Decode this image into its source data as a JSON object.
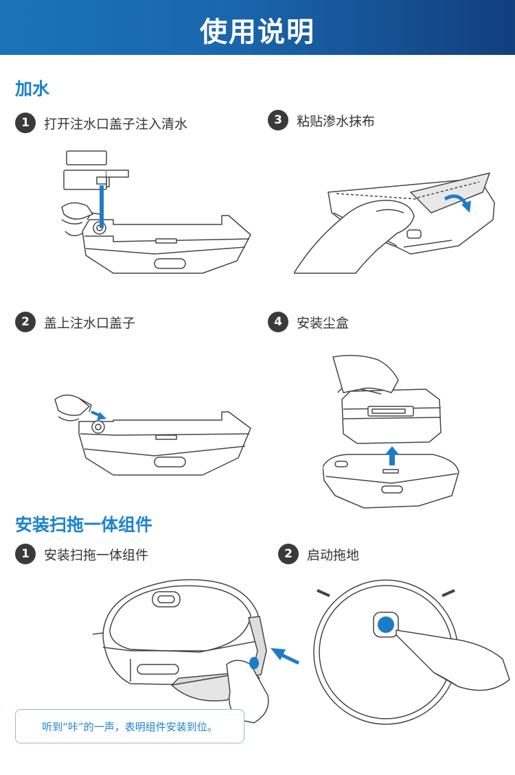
{
  "header": {
    "title": "使用说明"
  },
  "section_water": {
    "title": "加水",
    "steps": [
      {
        "num": "1",
        "label": "打开注水口盖子注入清水"
      },
      {
        "num": "2",
        "label": "盖上注水口盖子"
      },
      {
        "num": "3",
        "label": "粘贴渗水抹布"
      },
      {
        "num": "4",
        "label": "安装尘盒"
      }
    ]
  },
  "section_mop": {
    "title": "安装扫拖一体组件",
    "steps": [
      {
        "num": "1",
        "label": "安装扫拖一体组件"
      },
      {
        "num": "2",
        "label": "启动拖地"
      }
    ],
    "note": "听到“咔”的一声，表明组件安装到位。"
  },
  "colors": {
    "accent": "#1a82d0",
    "header_start": "#1b73b8",
    "header_end": "#123f7e",
    "badge": "#3a3a3a",
    "arrow": "#1e7cc6"
  }
}
